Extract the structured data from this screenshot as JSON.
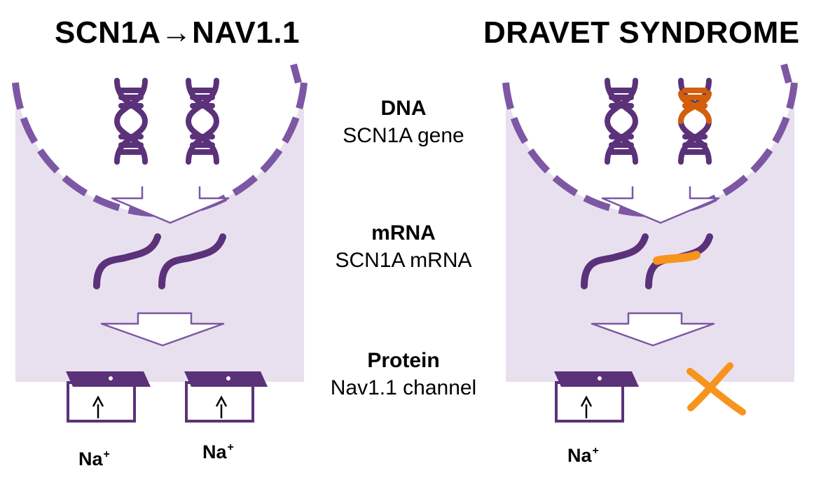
{
  "titles": {
    "left": "SCN1A→NAV1.1",
    "right": "DRAVET SYNDROME"
  },
  "stages": [
    {
      "head": "DNA",
      "sub": "SCN1A gene"
    },
    {
      "head": "mRNA",
      "sub": "SCN1A mRNA"
    },
    {
      "head": "Protein",
      "sub": "Nav1.1 channel"
    }
  ],
  "ion_label": {
    "symbol": "Na",
    "charge": "+"
  },
  "colors": {
    "purple": "#5b3279",
    "purple_mid": "#7d57a3",
    "light_purple": "#e8e0ef",
    "orange": "#f7941d",
    "dark_orange": "#d45f0a",
    "background": "#ffffff"
  },
  "icons": [
    "dna-helix-icon",
    "mrna-strand-icon",
    "ion-channel-icon",
    "down-arrow-icon",
    "cross-icon"
  ]
}
